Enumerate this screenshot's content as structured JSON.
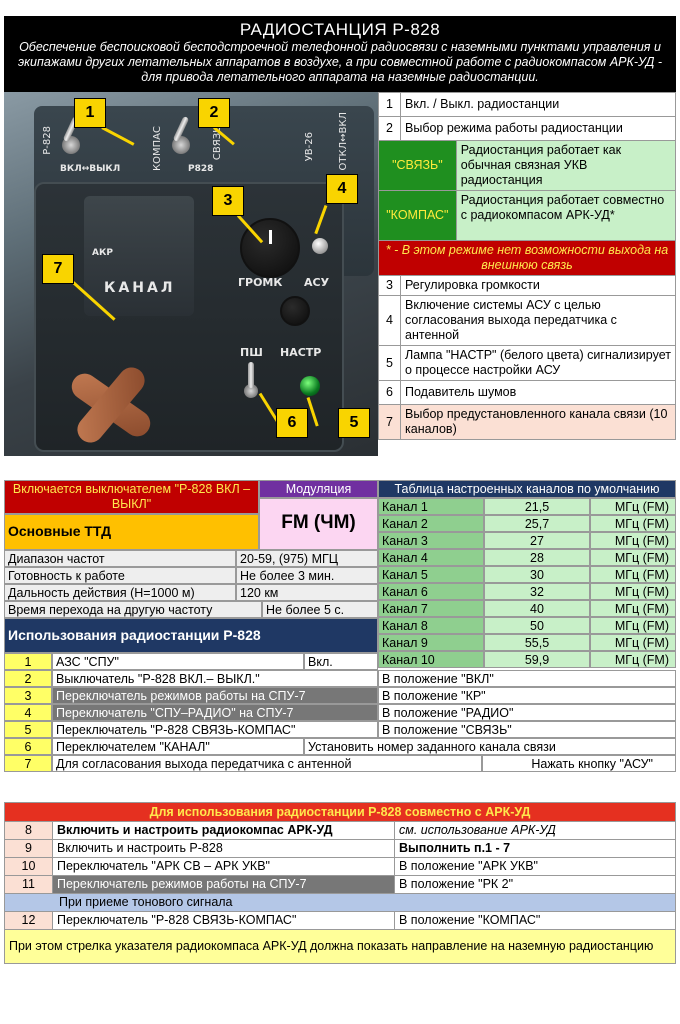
{
  "header": {
    "title": "РАДИОСТАНЦИЯ Р-828",
    "subtitle": "Обеспечение беспоисковой бесподстроечной телефонной радиосвязи с наземными пунктами управления и экипажами других летательных аппаратов в воздухе, а при совместной работе с радиокомпасом АРК-УД - для привода летательного аппарата на наземные радиостанции."
  },
  "photo": {
    "panel_labels": {
      "r828": "Р-828",
      "vkl_vykl": "ВКЛ↔ВЫКЛ",
      "kompas": "КОМПАС",
      "r828_lower": "Р828",
      "svyaz": "СВЯЗЬ",
      "uv26": "УВ-26",
      "otkl_vkl": "ОТКЛ↔ВКЛ",
      "akr": "АКР",
      "kanal": "КАНАЛ",
      "gromk": "ГРОМК",
      "asu": "АСУ",
      "psh": "ПШ",
      "nastr": "НАСТР"
    },
    "callouts": [
      "1",
      "2",
      "3",
      "4",
      "5",
      "6",
      "7"
    ]
  },
  "desc": {
    "r1": {
      "n": "1",
      "text": "Вкл. / Выкл. радиостанции"
    },
    "r2": {
      "n": "2",
      "text": "Выбор режима работы радиостанции"
    },
    "svyaz": {
      "label": "\"СВЯЗЬ\"",
      "text": "Радиостанция работает как обычная связная УКВ радиостанция"
    },
    "kompas": {
      "label": "\"КОМПАС\"",
      "text": "Радиостанция работает совместно с радиокомпасом АРК-УД*"
    },
    "note": "* - В этом режиме нет возможности выхода на внешнюю связь",
    "r3": {
      "n": "3",
      "text": "Регулировка громкости"
    },
    "r4": {
      "n": "4",
      "text": "Включение системы АСУ с целью согласования выхода передатчика с антенной"
    },
    "r5": {
      "n": "5",
      "text": "Лампа \"НАСТР\" (белого цвета) сигнализирует о процессе настройки АСУ"
    },
    "r6": {
      "n": "6",
      "text": "Подавитель шумов"
    },
    "r7": {
      "n": "7",
      "text": "Выбор предустановленного канала связи (10 каналов)"
    }
  },
  "ttd": {
    "switch_note": "Включается выключателем \"Р-828 ВКЛ – ВЫКЛ\"",
    "modulation_label": "Модуляция",
    "modulation_value": "FM (ЧМ)",
    "main_label": "Основные ТТД",
    "rows": [
      {
        "k": "Диапазон частот",
        "v": "20-59, (975) МГЦ"
      },
      {
        "k": "Готовность к работе",
        "v": "Не более 3 мин."
      },
      {
        "k": "Дальность действия (H=1000 м)",
        "v": "120 км"
      },
      {
        "k": "Время перехода на другую частоту",
        "v": "Не более 5 с."
      }
    ]
  },
  "channels": {
    "title": "Таблица настроенных каналов по умолчанию",
    "rows": [
      {
        "name": "Канал 1",
        "freq": "21,5",
        "unit": "МГц (FM)"
      },
      {
        "name": "Канал 2",
        "freq": "25,7",
        "unit": "МГц (FM)"
      },
      {
        "name": "Канал 3",
        "freq": "27",
        "unit": "МГц (FM)"
      },
      {
        "name": "Канал 4",
        "freq": "28",
        "unit": "МГц (FM)"
      },
      {
        "name": "Канал 5",
        "freq": "30",
        "unit": "МГц (FM)"
      },
      {
        "name": "Канал 6",
        "freq": "32",
        "unit": "МГц (FM)"
      },
      {
        "name": "Канал 7",
        "freq": "40",
        "unit": "МГц (FM)"
      },
      {
        "name": "Канал 8",
        "freq": "50",
        "unit": "МГц (FM)"
      },
      {
        "name": "Канал 9",
        "freq": "55,5",
        "unit": "МГц (FM)"
      },
      {
        "name": "Канал 10",
        "freq": "59,9",
        "unit": "МГц (FM)"
      }
    ]
  },
  "usage": {
    "title": "Использования радиостанции Р-828",
    "s1": {
      "n": "1",
      "a": "АЗС \"СПУ\"",
      "b": "Вкл."
    },
    "s2": {
      "n": "2",
      "a": "Выключатель \"Р-828 ВКЛ.– ВЫКЛ.\"",
      "b": "В положение \"ВКЛ\""
    },
    "s3": {
      "n": "3",
      "a": "Переключатель режимов работы на СПУ-7",
      "b": "В положение \"КР\""
    },
    "s4": {
      "n": "4",
      "a": "Переключатель \"СПУ–РАДИО\" на СПУ-7",
      "b": "В положение \"РАДИО\""
    },
    "s5": {
      "n": "5",
      "a": "Переключатель \"Р-828 СВЯЗЬ-КОМПАС\"",
      "b": "В положение \"СВЯЗЬ\""
    },
    "s6": {
      "n": "6",
      "a": "Переключателем \"КАНАЛ\"",
      "b": "Установить номер заданного канала связи"
    },
    "s7": {
      "n": "7",
      "a": "Для согласования выхода передатчика с антенной",
      "b": "Нажать кнопку \"АСУ\""
    }
  },
  "ark": {
    "title": "Для использования радиостанции Р-828 совместно с АРК-УД",
    "s8": {
      "n": "8",
      "a": "Включить и настроить радиокомпас АРК-УД",
      "b": "см. использование АРК-УД"
    },
    "s9": {
      "n": "9",
      "a": "Включить и настроить Р-828",
      "b": "Выполнить п.1 - 7"
    },
    "s10": {
      "n": "10",
      "a": "Переключатель \"АРК СВ – АРК УКВ\"",
      "b": "В положение \"АРК УКВ\""
    },
    "s11": {
      "n": "11",
      "a": "Переключатель режимов работы на СПУ-7",
      "b": "В положение \"РК 2\""
    },
    "tone": "При приеме тонового сигнала",
    "s12": {
      "n": "12",
      "a": "Переключатель \"Р-828 СВЯЗЬ-КОМПАС\"",
      "b": "В положение \"КОМПАС\""
    },
    "note": "При этом стрелка указателя радиокомпаса АРК-УД должна показать направление на наземную радиостанцию"
  }
}
